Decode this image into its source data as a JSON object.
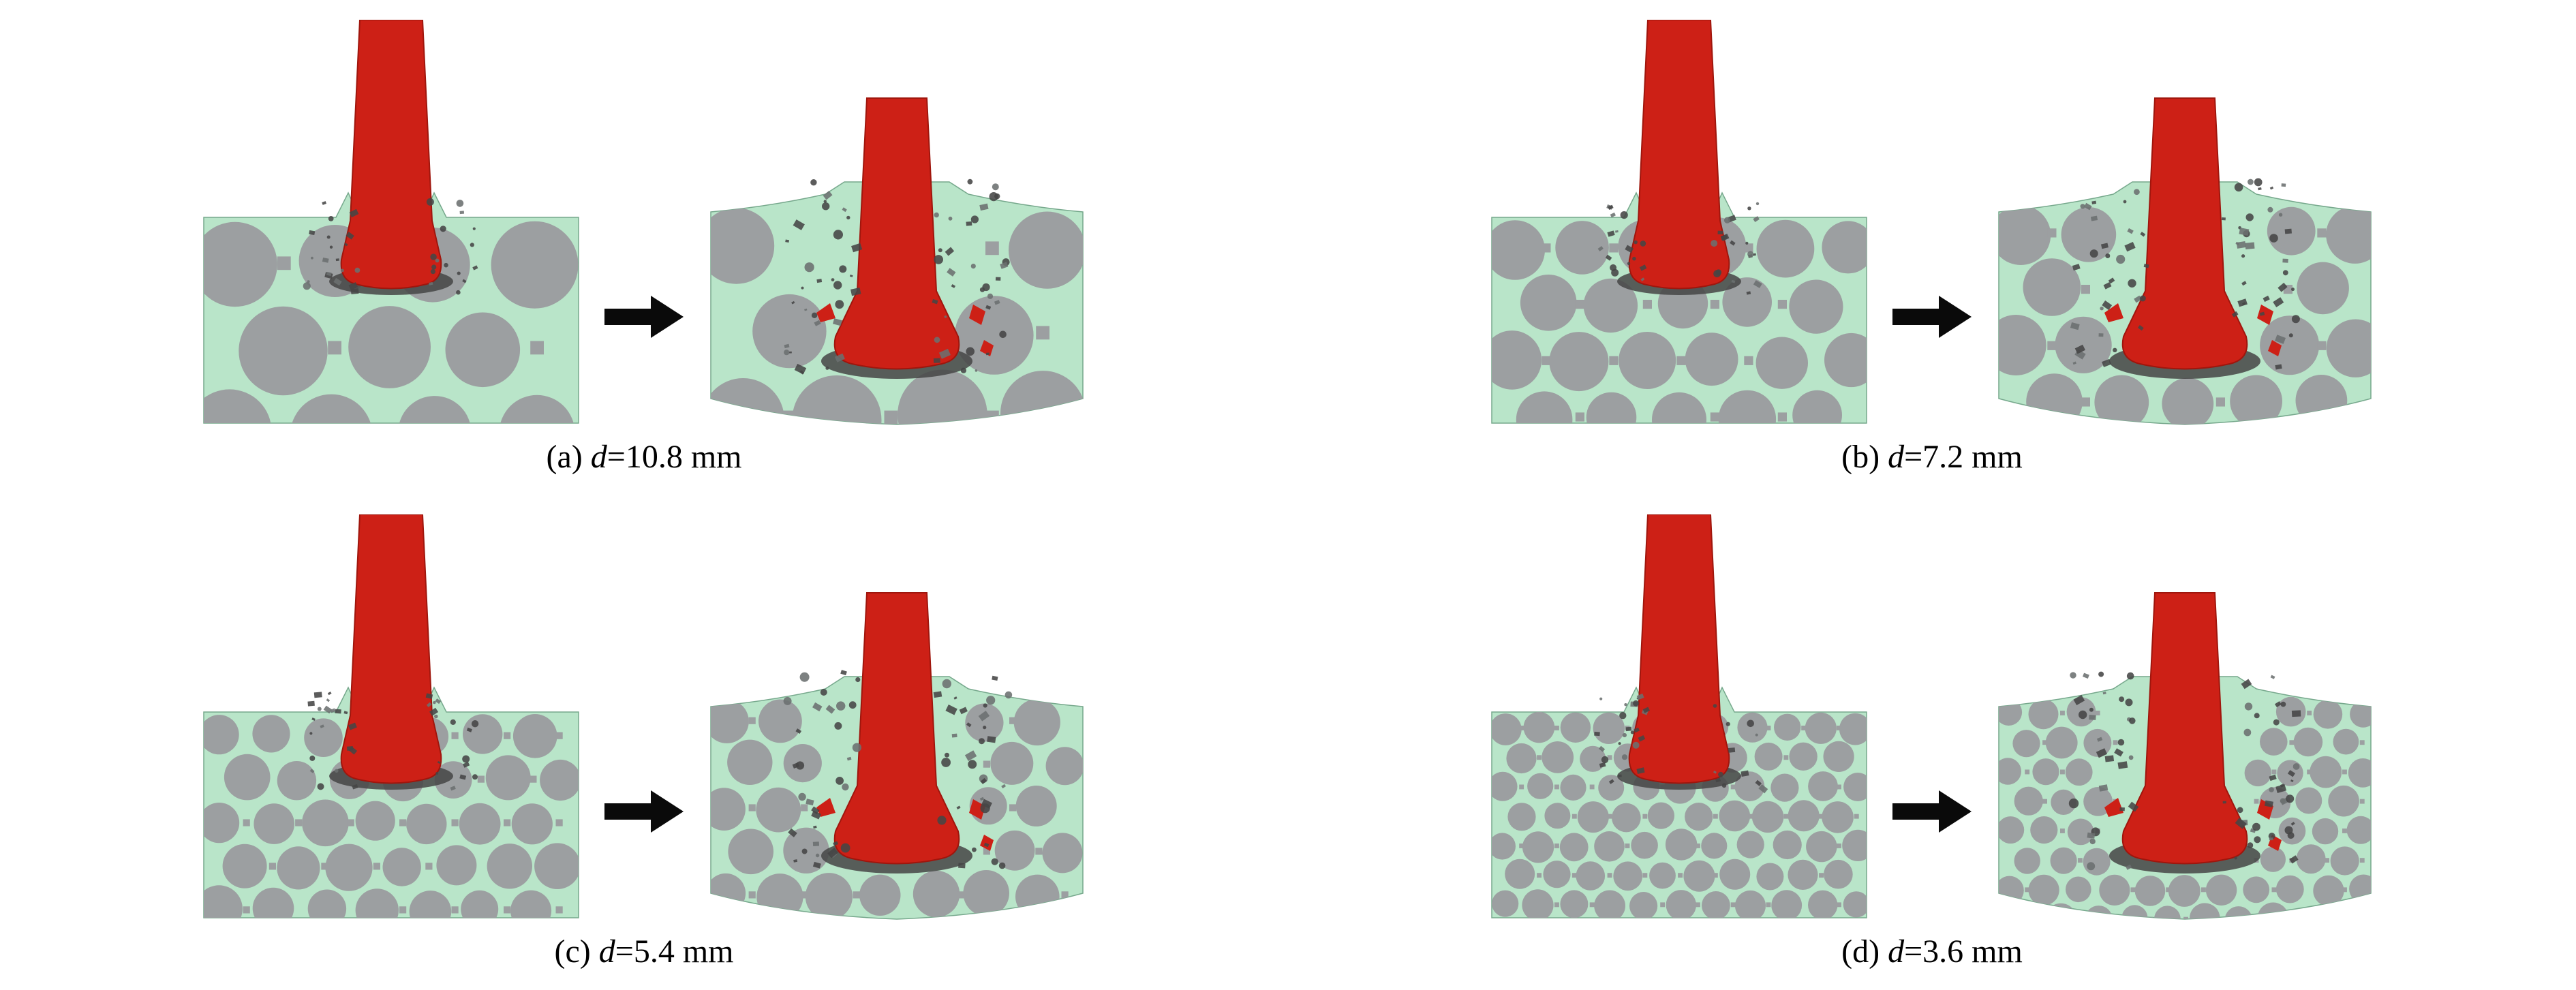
{
  "figure": {
    "colors": {
      "background": "#ffffff",
      "matrix": "#b9e5c9",
      "matrix_edge": "#76a88c",
      "particle": "#9c9fa1",
      "punch": "#cd2016",
      "punch_dark": "#9f160d",
      "debris": "#454545",
      "debris_light": "#6b6f70",
      "arrow": "#0a0a0a"
    },
    "panels": [
      {
        "id": "a",
        "caption": {
          "prefix": "(a) ",
          "symbol": "d",
          "rest": "=10.8 mm"
        },
        "particle_radius": 66
      },
      {
        "id": "b",
        "caption": {
          "prefix": "(b) ",
          "symbol": "d",
          "rest": "=7.2 mm"
        },
        "particle_radius": 44
      },
      {
        "id": "c",
        "caption": {
          "prefix": "(c) ",
          "symbol": "d",
          "rest": "=5.4 mm"
        },
        "particle_radius": 34
      },
      {
        "id": "d",
        "caption": {
          "prefix": "(d) ",
          "symbol": "d",
          "rest": "=3.6 mm"
        },
        "particle_radius": 23
      }
    ],
    "stages": [
      "before",
      "after"
    ]
  }
}
